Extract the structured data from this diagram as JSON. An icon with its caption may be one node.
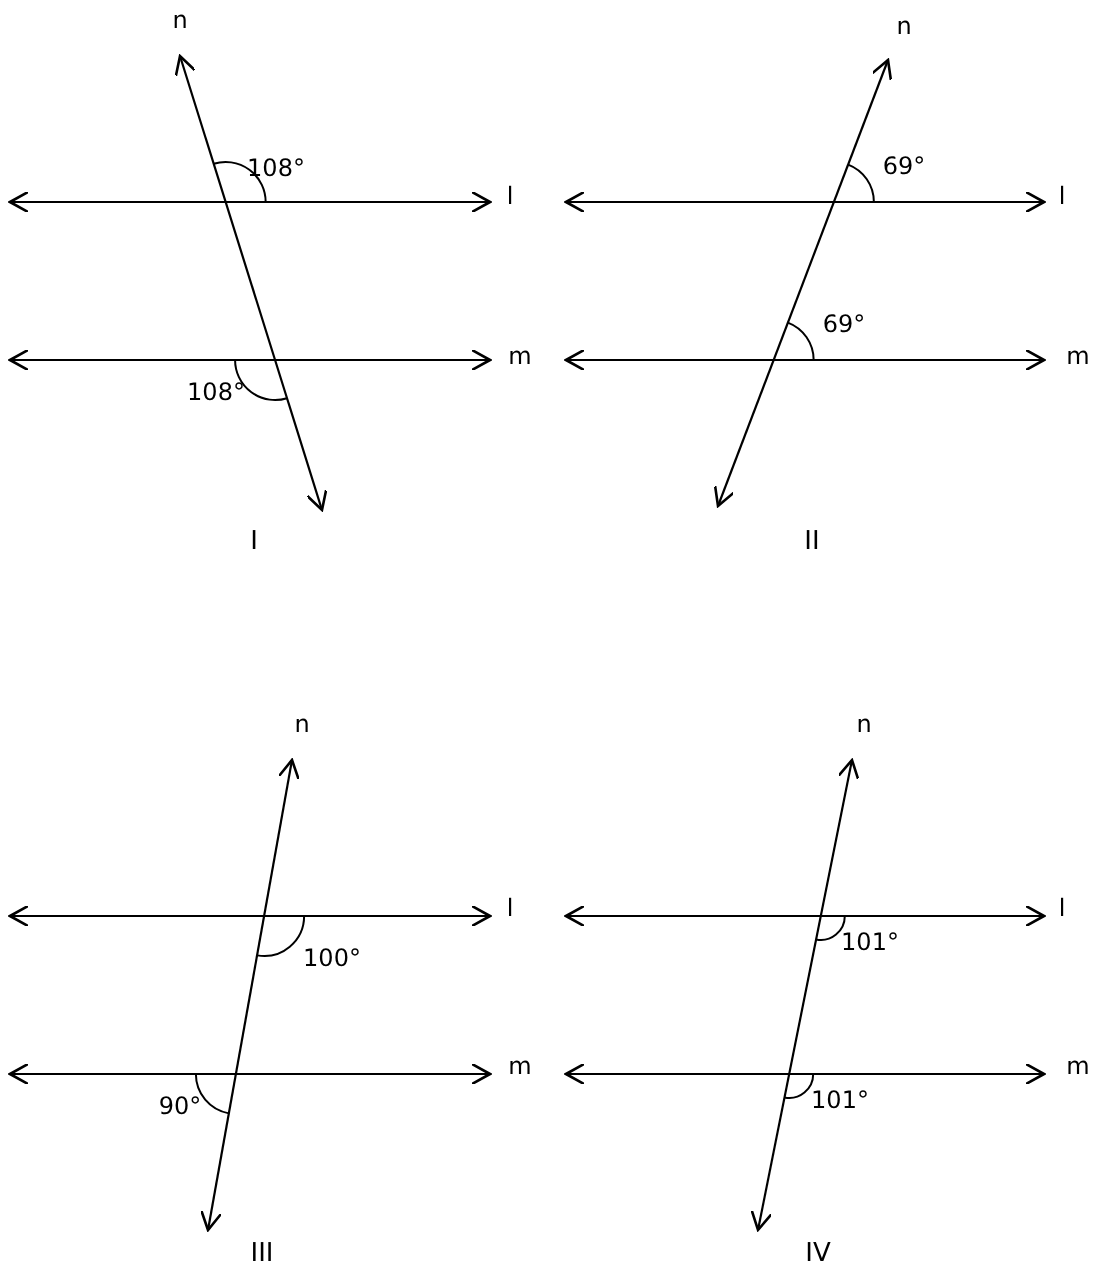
{
  "diagram": {
    "labels": [
      "n",
      "l",
      "m",
      "108°",
      "108°",
      "I",
      "n",
      "l",
      "m",
      "69°",
      "69°",
      "II",
      "n",
      "l",
      "m",
      "100°",
      "90°",
      "III",
      "n",
      "l",
      "m",
      "101°",
      "101°",
      "IV"
    ]
  }
}
